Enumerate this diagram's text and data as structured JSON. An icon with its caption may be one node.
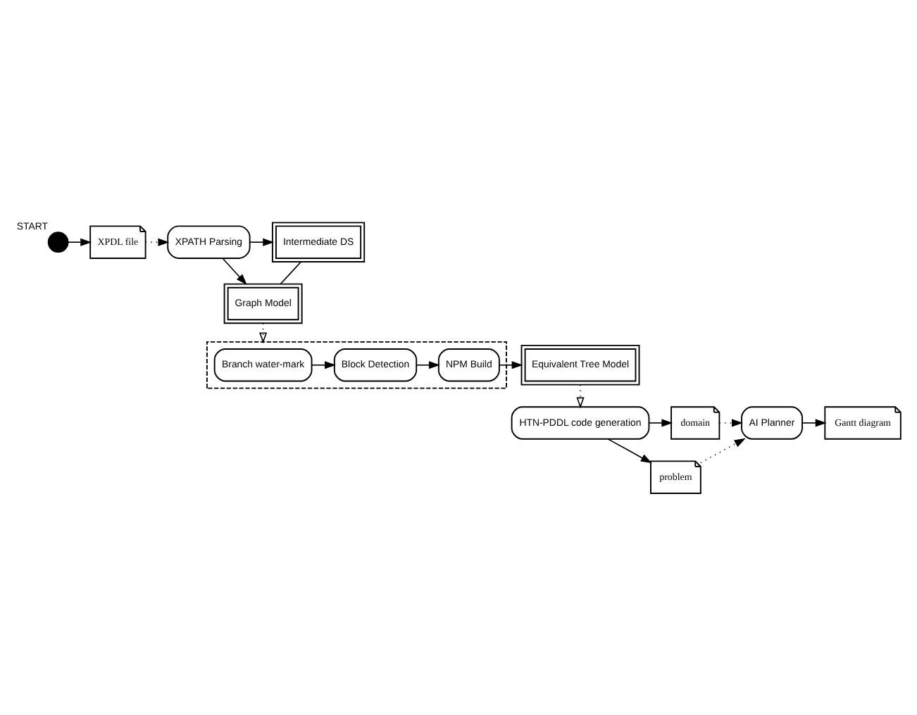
{
  "diagram": {
    "nodes": [
      {
        "text": [],
        "shape": "circle",
        "beside": [
          "START"
        ]
      },
      {
        "text": [
          "XPDL file"
        ]
      },
      {
        "text": [
          "XPATH Parsing"
        ]
      },
      {
        "text": [
          "Intermediate DS"
        ]
      },
      {
        "text": [
          "Graph Model"
        ]
      },
      {
        "text": [],
        "shape": "box"
      },
      {
        "text": [
          "Branch water-mark"
        ],
        "in": 5
      },
      {
        "text": [
          "Block Detection"
        ],
        "in": 5
      },
      {
        "text": [
          "NPM Build"
        ],
        "in": 5
      },
      {
        "text": [
          "Equivalent Tree Model"
        ]
      },
      {
        "text": [
          "HTN-PDDL code generation"
        ]
      },
      {
        "text": [
          "domain"
        ]
      },
      {
        "text": [
          "problem"
        ]
      },
      {
        "text": [
          "AI Planner"
        ]
      },
      {
        "text": [
          "Gantt diagram"
        ]
      }
    ],
    "edges": [
      {
        "from": 0,
        "to": 1,
        "arrow": "to"
      },
      {
        "from": 1,
        "to": 2,
        "arrow": "to",
        "style": "dashed"
      },
      {
        "from": 2,
        "to": 3,
        "arrow": "to"
      },
      {
        "from": 2,
        "to": 4,
        "arrow": "to"
      },
      {
        "from": 3,
        "to": 4,
        "arrow": "none"
      },
      {
        "from": 4,
        "to": 5,
        "arrow": "to",
        "style": "dashed"
      },
      {
        "from": 6,
        "to": 7,
        "arrow": "to"
      },
      {
        "from": 7,
        "to": 8,
        "arrow": "to"
      },
      {
        "from": 8,
        "to": 9,
        "arrow": "to"
      },
      {
        "from": 9,
        "to": 10,
        "arrow": "to",
        "style": "dashed"
      },
      {
        "from": 10,
        "to": 11,
        "arrow": "to"
      },
      {
        "from": 10,
        "to": 12,
        "arrow": "to"
      },
      {
        "from": 11,
        "to": 13,
        "arrow": "to",
        "style": "dashed"
      },
      {
        "from": 12,
        "to": 13,
        "arrow": "to",
        "style": "dashed"
      },
      {
        "from": 13,
        "to": 14,
        "arrow": "to"
      }
    ]
  }
}
